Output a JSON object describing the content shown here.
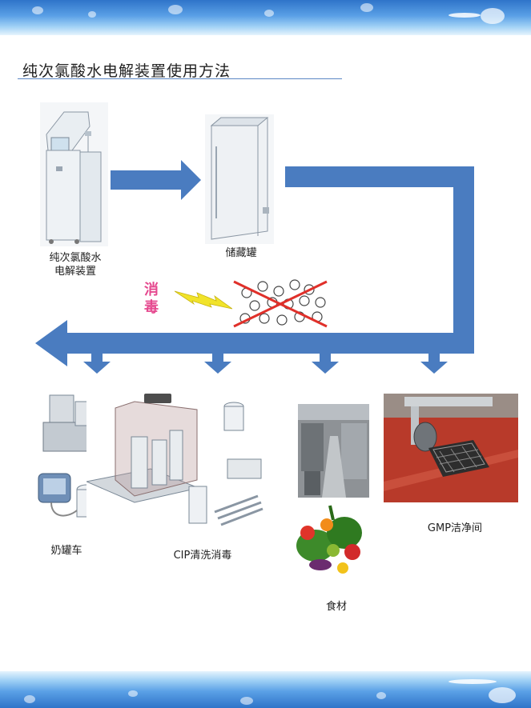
{
  "page": {
    "title": "纯次氯酸水电解装置使用方法"
  },
  "nodes": {
    "device": {
      "label_line1": "纯次氯酸水",
      "label_line2": "电解装置"
    },
    "tank": {
      "label": "储藏罐"
    },
    "disinfect": {
      "char1": "消",
      "char2": "毒"
    },
    "milk_truck": {
      "label": "奶罐车"
    },
    "cip": {
      "label": "CIP清洗消毒"
    },
    "food": {
      "label": "食材"
    },
    "gmp": {
      "label": "GMP洁净间"
    }
  },
  "colors": {
    "arrow": "#4a7cc0",
    "disinfect_text": "#e5488e",
    "lightning": "#f1e32a",
    "cross": "#e0302a",
    "title_rule": "#5b87c5"
  }
}
